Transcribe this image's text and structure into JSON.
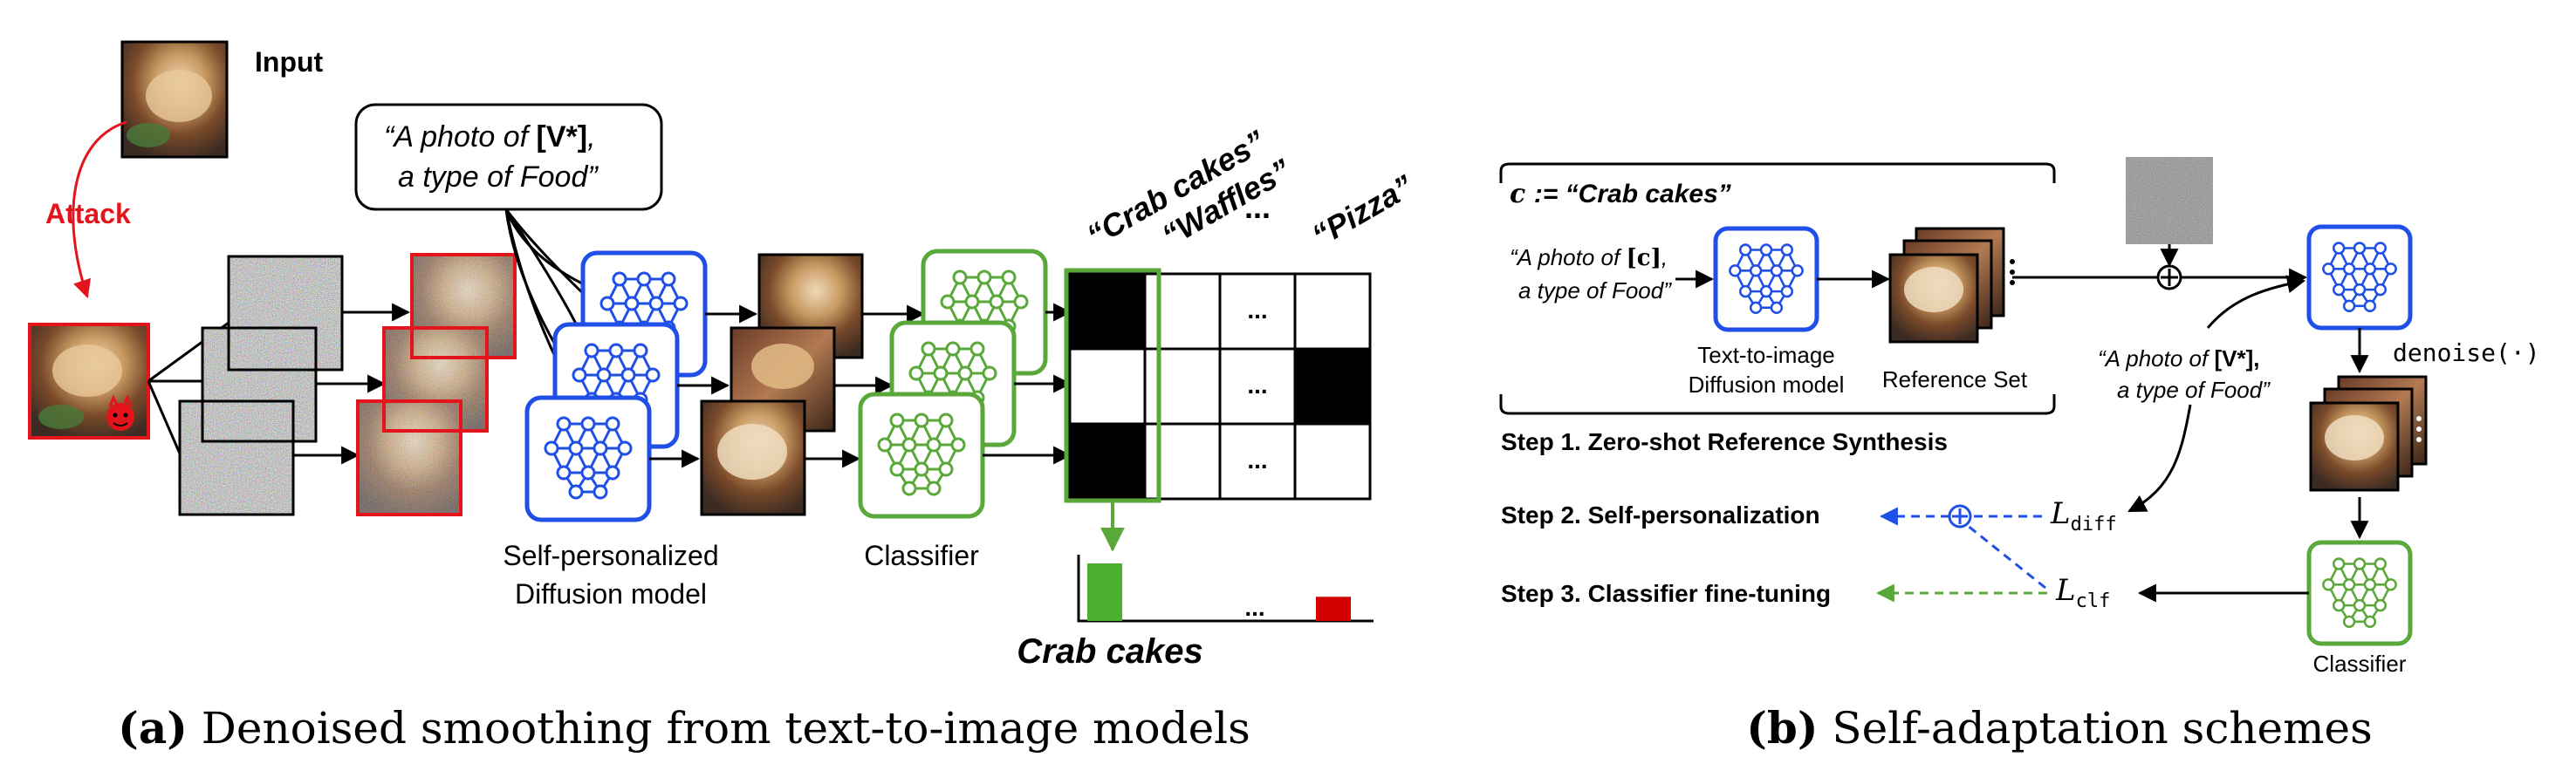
{
  "colors": {
    "blue": "#1f4fe6",
    "green": "#5aa83a",
    "green_bar": "#4caf30",
    "red": "#e4141c",
    "bar_red": "#d40000",
    "black": "#000000"
  },
  "panel_a": {
    "input_label": "Input",
    "attack_label": "Attack",
    "prompt_line1": "“A photo of ",
    "prompt_token": "[V*]",
    "prompt_line1_end": ",",
    "prompt_line2": "a type of Food”",
    "diffusion_label_line1": "Self-personalized",
    "diffusion_label_line2": "Diffusion model",
    "classifier_label": "Classifier",
    "columns": [
      "“Crab cakes”",
      "“Waffles”",
      "...",
      "“Pizza”"
    ],
    "ellipsis": "...",
    "prediction": "Crab cakes",
    "vote_grid": {
      "rows": 3,
      "cols": 4,
      "filled": [
        [
          0,
          0
        ],
        [
          2,
          0
        ],
        [
          1,
          3
        ]
      ],
      "ellipsis_col": 2
    },
    "histogram": [
      {
        "category": "Crab cakes",
        "value": 1.0,
        "color": "green"
      },
      {
        "category": "Waffles",
        "value": 0.0,
        "color": "none"
      },
      {
        "category": "...",
        "value": 0.0,
        "color": "none"
      },
      {
        "category": "Pizza",
        "value": 0.42,
        "color": "red"
      }
    ],
    "caption_label": "(a)",
    "caption_text": " Denoised smoothing from text-to-image models"
  },
  "panel_b": {
    "c_label": "c",
    "c_assign": " := “Crab cakes”",
    "prompt1_line1": "“A photo of ",
    "prompt1_token": "[c]",
    "prompt1_line1_end": ",",
    "prompt1_line2": "a type of Food”",
    "t2i_line1": "Text-to-image",
    "t2i_line2": "Diffusion model",
    "reference_set": "Reference Set",
    "step1": "Step 1. Zero-shot Reference Synthesis",
    "step2": "Step 2. Self-personalization",
    "step3": "Step 3. Classifier fine-tuning",
    "prompt2_line1": "“A photo of ",
    "prompt2_token": "[V*]",
    "prompt2_line1_end": ",",
    "prompt2_line2": "a type of Food”",
    "denoise": "denoise(·)",
    "loss_diff_sym": "L",
    "loss_diff_sub": "diff",
    "loss_clf_sym": "L",
    "loss_clf_sub": "clf",
    "classifier_label": "Classifier",
    "caption_label": "(b)",
    "caption_text": " Self-adaptation schemes"
  }
}
